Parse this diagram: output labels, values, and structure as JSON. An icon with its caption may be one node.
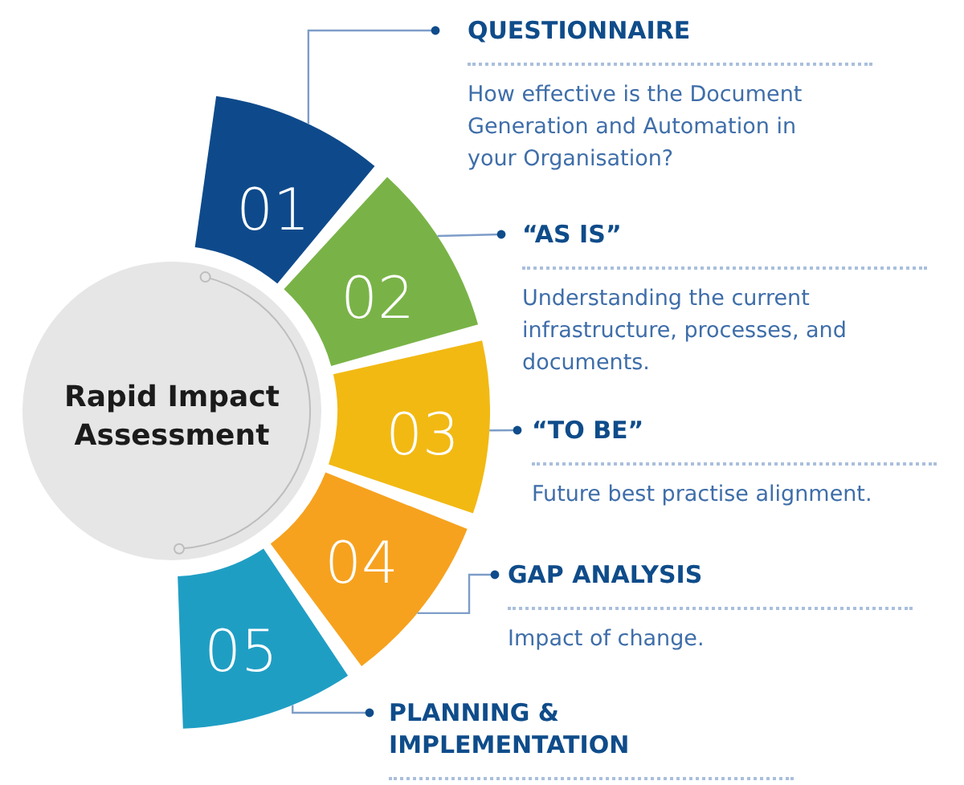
{
  "diagram": {
    "nodes": [
      {
        "text": [
          "Rapid Impact Assessment"
        ]
      },
      {
        "text": [
          "01"
        ]
      },
      {
        "text": [
          "QUESTIONNAIRE",
          "How effective is the Document Generation and Automation in your Organisation?"
        ]
      },
      {
        "text": [
          "02"
        ]
      },
      {
        "text": [
          "“AS IS”",
          "Understanding the current infrastructure, processes, and documents."
        ]
      },
      {
        "text": [
          "03"
        ]
      },
      {
        "text": [
          "“TO BE”",
          "Future best practise alignment."
        ]
      },
      {
        "text": [
          "04"
        ]
      },
      {
        "text": [
          "GAP ANALYSIS",
          "Impact of change."
        ]
      },
      {
        "text": [
          "05"
        ]
      },
      {
        "text": [
          "PLANNING & IMPLEMENTATION"
        ]
      }
    ],
    "edges": [
      {
        "from": 1,
        "to": 2,
        "arrow": "other"
      },
      {
        "from": 3,
        "to": 4,
        "arrow": "other"
      },
      {
        "from": 5,
        "to": 6,
        "arrow": "other"
      },
      {
        "from": 7,
        "to": 8,
        "arrow": "other"
      },
      {
        "from": 9,
        "to": 10,
        "arrow": "other"
      }
    ]
  }
}
